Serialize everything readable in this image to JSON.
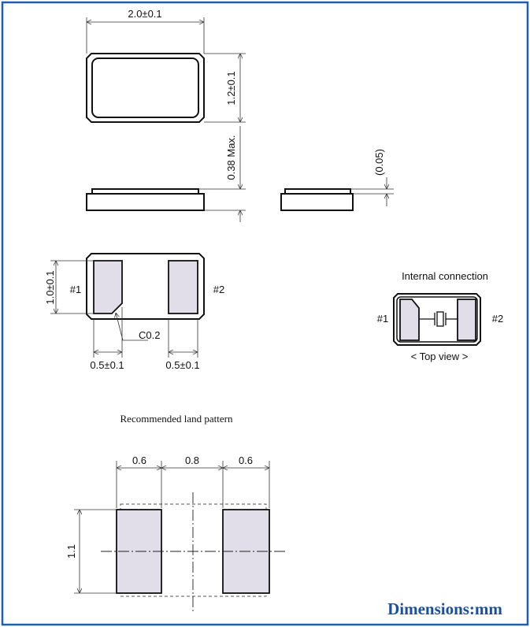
{
  "top_view": {
    "width_dim": "2.0±0.1",
    "height_dim": "1.2±0.1"
  },
  "side_view": {
    "height_dim": "0.38 Max.",
    "step_dim": "(0.05)"
  },
  "bottom_view": {
    "height_dim": "1.0±0.1",
    "pin1": "#1",
    "pin2": "#2",
    "chamfer": "C0.2",
    "pad1_width": "0.5±0.1",
    "pad2_width": "0.5±0.1"
  },
  "internal_connection": {
    "title": "Internal connection",
    "pin1": "#1",
    "pin2": "#2",
    "caption": "< Top view >"
  },
  "land_pattern": {
    "title": "Recommended land pattern",
    "dim_left": "0.6",
    "dim_mid": "0.8",
    "dim_right": "0.6",
    "dim_height": "1.1"
  },
  "units_label": "Dimensions:mm",
  "colors": {
    "frame": "#1f5fae",
    "pad_fill": "#e1dde9",
    "units": "#1a4fa0"
  }
}
